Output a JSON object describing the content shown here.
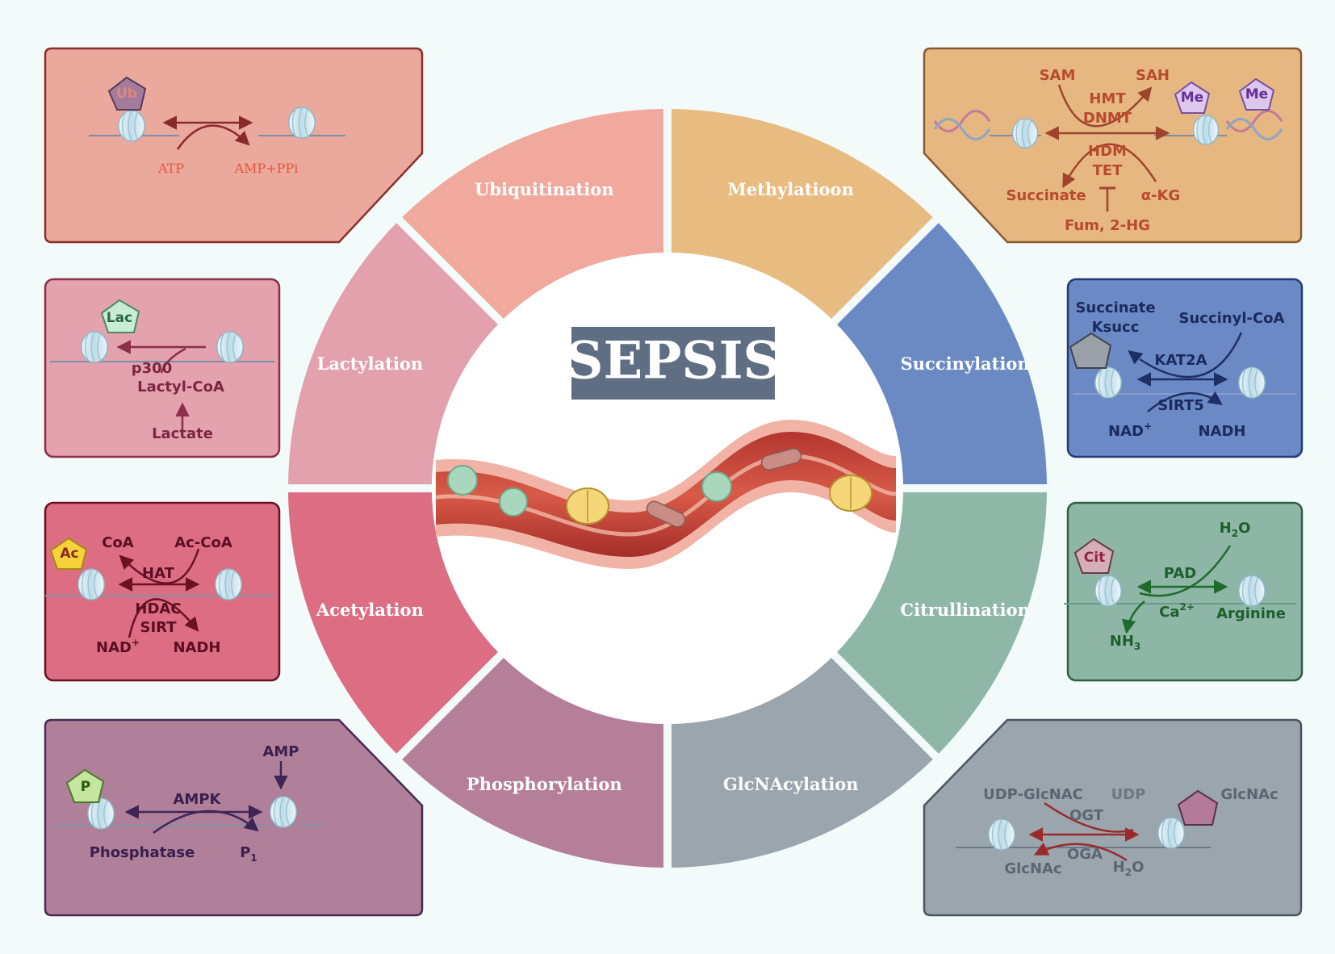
{
  "title": "SEPSIS",
  "colors": {
    "ubiquitination": "#f0a99c",
    "methylation": "#e8bb80",
    "succinylation": "#6b8ac4",
    "citrullination": "#8fb7a8",
    "glcnacylation": "#9aa5ad",
    "phosphorylation": "#b57f9a",
    "acetylation": "#dd6d83",
    "lactylation": "#e3a0ad"
  },
  "segments": [
    {
      "label": "Ubiquitination"
    },
    {
      "label": "Methylatioon"
    },
    {
      "label": "Succinylation"
    },
    {
      "label": "Citrullination"
    },
    {
      "label": "GlcNAcylation"
    },
    {
      "label": "Phosphorylation"
    },
    {
      "label": "Acetylation"
    },
    {
      "label": "Lactylation"
    }
  ],
  "panels": {
    "ubiquitination": {
      "mark": "Ub",
      "left": "ATP",
      "right": "AMP+PPi"
    },
    "methylation": {
      "sam": "SAH",
      "sam_left": "SAM",
      "enz_top1": "HMT",
      "enz_top2": "DNMT",
      "enz_bot1": "HDM",
      "enz_bot2": "TET",
      "left": "Succinate",
      "right": "α-KG",
      "inhib": "Fum, 2-HG",
      "mark": "Me"
    },
    "lactylation": {
      "mark": "Lac",
      "enz": "p300",
      "donor": "Lactyl-CoA",
      "source": "Lactate"
    },
    "succinylation": {
      "top_left1": "Succinate",
      "top_left2": "Ksucc",
      "top_right": "Succinyl-CoA",
      "enz_top": "KAT2A",
      "enz_bot": "SIRT5",
      "bot_left": "NAD",
      "bot_left_sup": "+",
      "bot_right": "NADH"
    },
    "acetylation": {
      "mark": "Ac",
      "top_left": "CoA",
      "top_right": "Ac-CoA",
      "enz_top": "HAT",
      "enz_bot1": "HDAC",
      "enz_bot2": "SIRT",
      "bot_left": "NAD",
      "bot_left_sup": "+",
      "bot_right": "NADH"
    },
    "citrullination": {
      "mark": "Cit",
      "top": "H",
      "top_sub": "2",
      "top_tail": "O",
      "enz": "PAD",
      "cof": "Ca",
      "cof_sup": "2+",
      "right": "Arginine",
      "bot": "NH",
      "bot_sub": "3"
    },
    "phosphorylation": {
      "mark": "P",
      "top": "AMP",
      "enz": "AMPK",
      "left": "Phosphatase",
      "right": "P",
      "right_sub": "1"
    },
    "glcnacylation": {
      "left_top": "UDP-GlcNAC",
      "right_top": "UDP",
      "enz_top": "OGT",
      "enz_bot": "OGA",
      "left_bot": "GlcNAc",
      "right_bot": "H",
      "right_bot_sub": "2",
      "right_bot_tail": "O",
      "mark": "GlcNAc"
    }
  }
}
